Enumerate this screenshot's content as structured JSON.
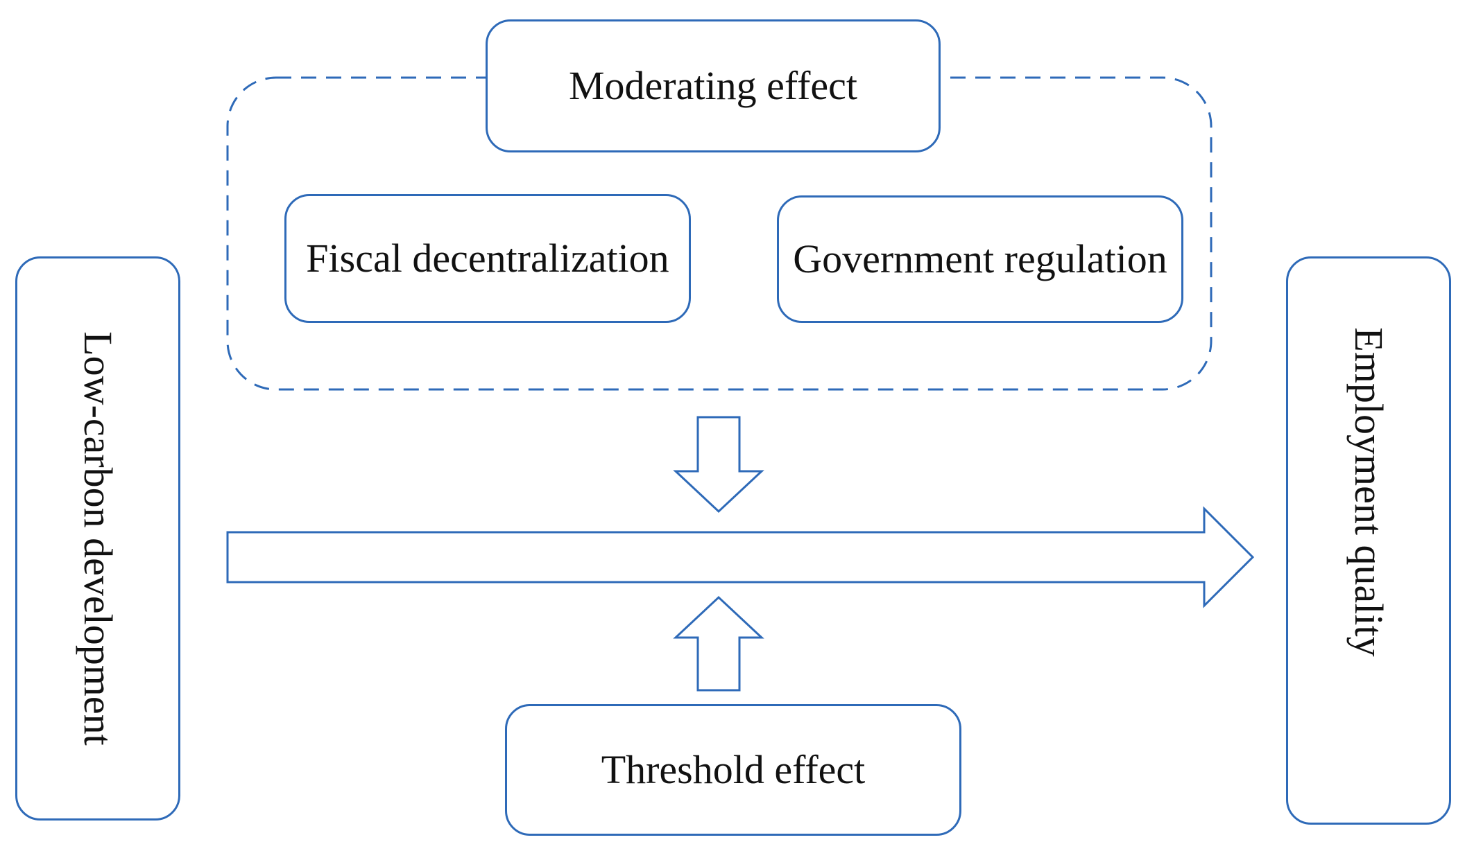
{
  "diagram": {
    "left_node": {
      "label": "Low-carbon development"
    },
    "right_node": {
      "label": "Employment quality"
    },
    "moderating": {
      "label": "Moderating effect",
      "items": [
        {
          "label": "Fiscal decentralization"
        },
        {
          "label": "Government regulation"
        }
      ]
    },
    "threshold": {
      "label": "Threshold effect"
    },
    "colors": {
      "stroke": "#2e6ab8",
      "text": "#111111",
      "background": "#ffffff"
    }
  }
}
